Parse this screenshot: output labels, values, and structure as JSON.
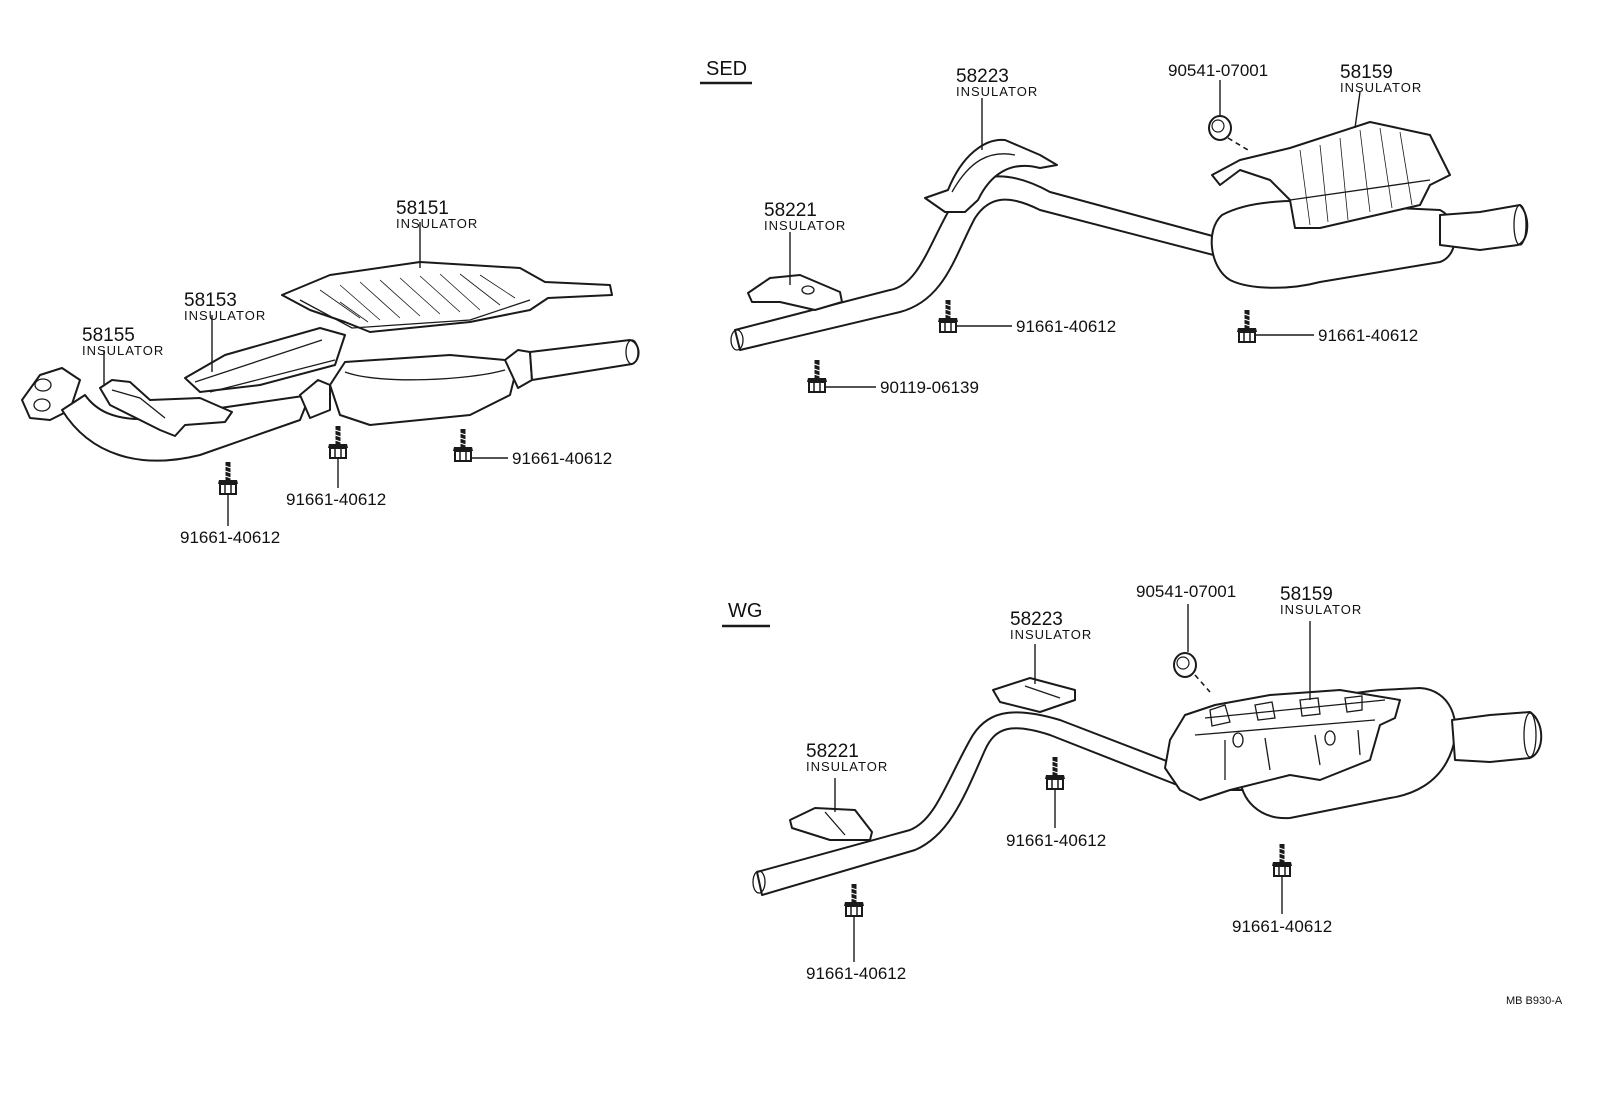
{
  "sections": {
    "sed": "SED",
    "wg": "WG"
  },
  "labels": {
    "front_58151_num": "58151",
    "front_58151_name": "INSULATOR",
    "front_58153_num": "58153",
    "front_58153_name": "INSULATOR",
    "front_58155_num": "58155",
    "front_58155_name": "INSULATOR",
    "front_bolt_a": "91661-40612",
    "front_bolt_b": "91661-40612",
    "front_bolt_c": "91661-40612",
    "sed_58223_num": "58223",
    "sed_58223_name": "INSULATOR",
    "sed_58221_num": "58221",
    "sed_58221_name": "INSULATOR",
    "sed_clip": "90541-07001",
    "sed_58159_num": "58159",
    "sed_58159_name": "INSULATOR",
    "sed_bolt_a": "91661-40612",
    "sed_bolt_b": "91661-40612",
    "sed_bolt_c": "90119-06139",
    "wg_58223_num": "58223",
    "wg_58223_name": "INSULATOR",
    "wg_clip": "90541-07001",
    "wg_58159_num": "58159",
    "wg_58159_name": "INSULATOR",
    "wg_58221_num": "58221",
    "wg_58221_name": "INSULATOR",
    "wg_bolt_a": "91661-40612",
    "wg_bolt_b": "91661-40612",
    "wg_bolt_c": "91661-40612"
  },
  "figure_code": "MB  B930-A"
}
